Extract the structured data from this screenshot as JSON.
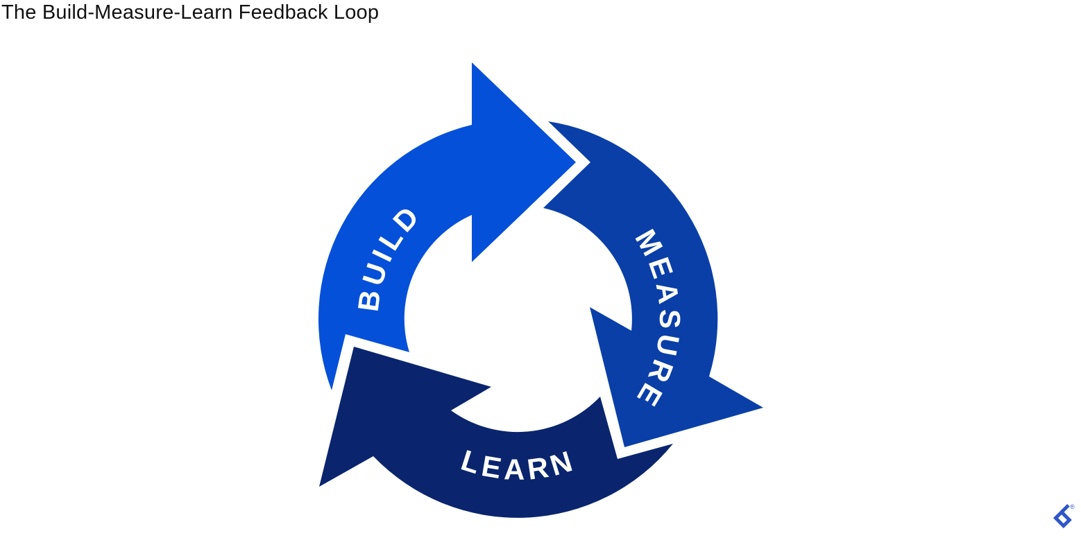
{
  "title": "The Build-Measure-Learn Feedback Loop",
  "stages": [
    {
      "label": "BUILD",
      "color": "#0450d8"
    },
    {
      "label": "MEASURE",
      "color": "#0a3fa8"
    },
    {
      "label": "LEARN",
      "color": "#0a256e"
    }
  ],
  "logo": {
    "icon": "toptal-logo",
    "mark": "®"
  }
}
